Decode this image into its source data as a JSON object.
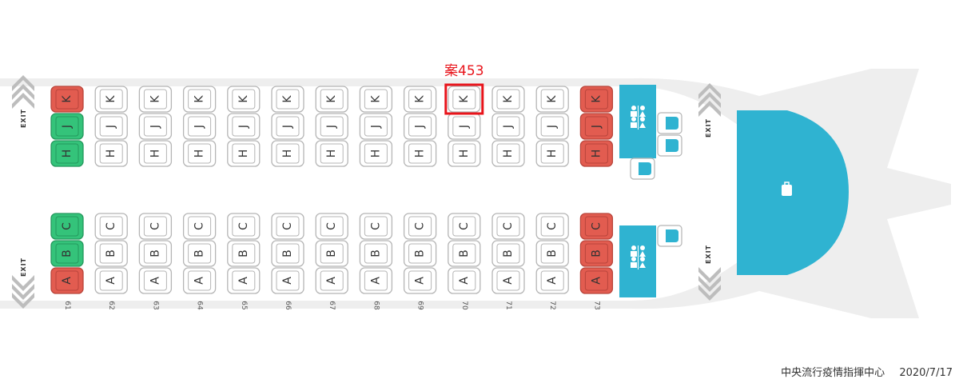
{
  "colors": {
    "normal_fill": "#ffffff",
    "normal_stroke": "#b5b5b5",
    "exit_row_fill": "#e25c50",
    "exit_row_stroke": "#b9453b",
    "green_fill": "#34c37a",
    "green_stroke": "#25985d",
    "facility": "#2fb3d1",
    "fuselage": "#eeeeee",
    "chevron": "#bdbdbd",
    "highlight": "#e8141b"
  },
  "exit_label": "EXIT",
  "rows": [
    "61",
    "62",
    "63",
    "64",
    "65",
    "66",
    "67",
    "68",
    "69",
    "70",
    "71",
    "72",
    "73"
  ],
  "top_block": [
    "K",
    "J",
    "H"
  ],
  "bottom_block": [
    "C",
    "B",
    "A"
  ],
  "special_seats": {
    "61": {
      "K": "red",
      "J": "green",
      "H": "green",
      "C": "green",
      "B": "green",
      "A": "red"
    },
    "73": {
      "K": "red",
      "J": "red",
      "H": "red",
      "C": "red",
      "B": "red",
      "A": "red"
    }
  },
  "highlighted": {
    "row": "70",
    "seat": "K",
    "label": "案453"
  },
  "icons": {
    "lavatory": "lavatory-icon",
    "galley": "luggage-icon",
    "crew_seat": "crew-seat-icon",
    "exit_chevron": "exit-chevron-icon"
  },
  "footer": {
    "source": "中央流行疫情指揮中心",
    "date": "2020/7/17"
  }
}
